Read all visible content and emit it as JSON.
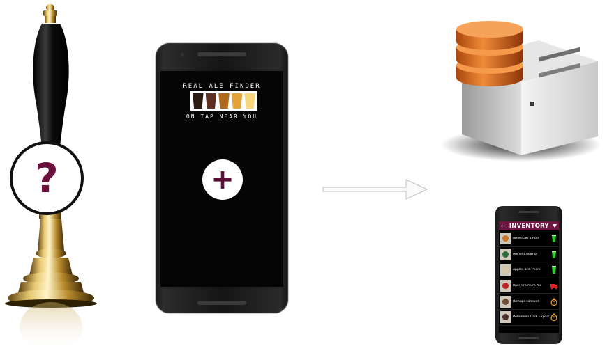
{
  "pump": {
    "badge": "?"
  },
  "app_main": {
    "logo_top": "REAL ALE FINDER",
    "logo_bottom": "ON TAP NEAR YOU",
    "glass_colors": [
      "#2b1a12",
      "#5d2e22",
      "#b06a1e",
      "#e3a53a",
      "#f6d77f"
    ],
    "add_button": "+"
  },
  "inventory": {
    "title": "INVENTORY",
    "accent": "#6e1642",
    "items": [
      {
        "name": "American 5 Hop",
        "thumb": "#c9742c",
        "status": "pint-full"
      },
      {
        "name": "Ancient Warrior",
        "thumb": "#2d6b3f",
        "status": "pint-full"
      },
      {
        "name": "Apples and Pears",
        "thumb": "#d9c9a8",
        "status": "pint-full"
      },
      {
        "name": "Bass Premium Ale",
        "thumb": "#b8242a",
        "status": "delivery-truck"
      },
      {
        "name": "Bishops Farewell",
        "thumb": "#6d4a35",
        "status": "stopwatch"
      },
      {
        "name": "Bohemian Dark Export",
        "thumb": "#4b2b2b",
        "status": "stopwatch"
      }
    ]
  }
}
